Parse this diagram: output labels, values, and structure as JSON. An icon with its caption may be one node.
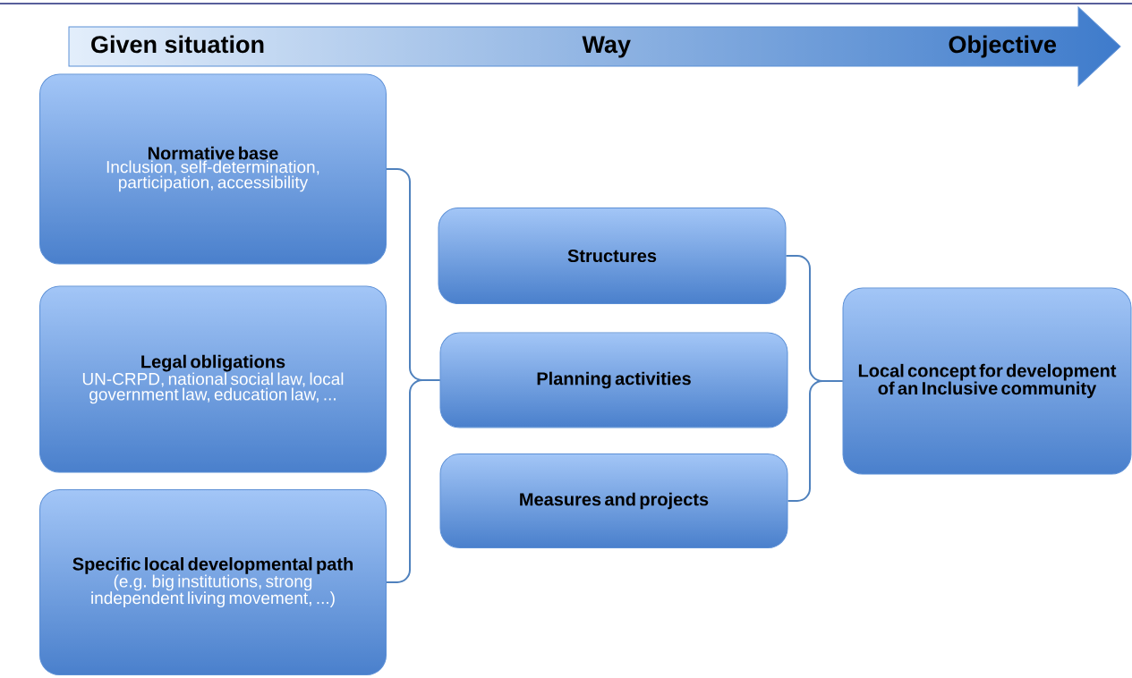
{
  "diagram": {
    "nodes": [
      {
        "text": [
          "Given situation",
          "Way",
          "Objective"
        ]
      },
      {
        "text": [
          "Normative base",
          "Inclusion, self-determination, participation, accessibility"
        ]
      },
      {
        "text": [
          "Legal obligations",
          "UN-CRPD, national social law, local government law, education law, ..."
        ]
      },
      {
        "text": [
          "Specific local developmental path",
          "(e.g. big institutions, strong independent living movement, ...)"
        ]
      },
      {
        "text": [
          "Structures"
        ]
      },
      {
        "text": [
          "Planning activities"
        ]
      },
      {
        "text": [
          "Measures and projects"
        ]
      },
      {
        "text": [
          "Local concept for development of an Inclusive community"
        ]
      }
    ],
    "edges": [
      {
        "from": 1,
        "to": 5,
        "arrow": "none"
      },
      {
        "from": 3,
        "to": 5,
        "arrow": "none"
      },
      {
        "from": 4,
        "to": 7,
        "arrow": "none"
      },
      {
        "from": 6,
        "to": 7,
        "arrow": "none"
      }
    ]
  }
}
